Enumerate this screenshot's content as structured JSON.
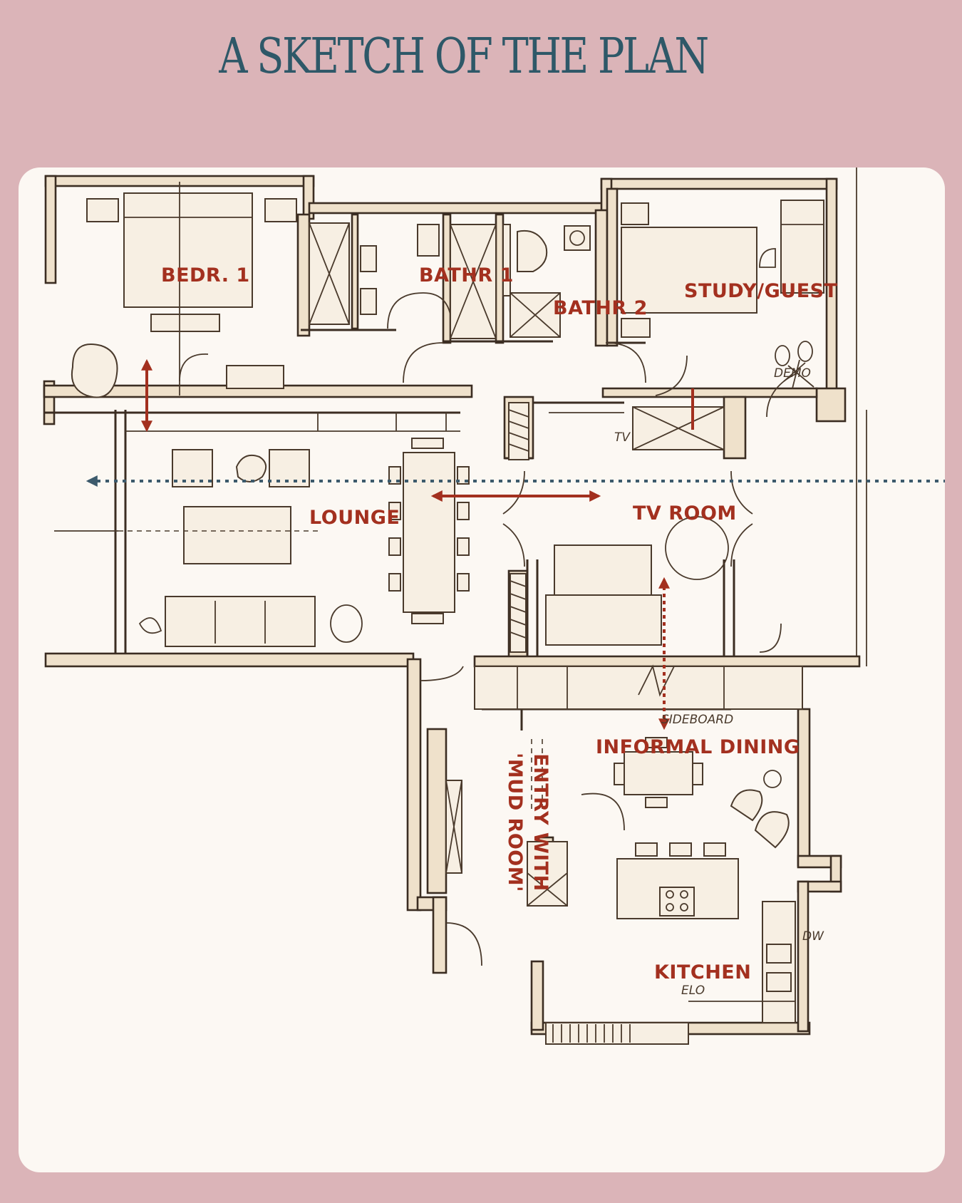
{
  "title": "A SKETCH OF THE PLAN",
  "rooms": {
    "bedr1": "BEDR. 1",
    "bathr1": "BATHR 1",
    "bathr2": "BATHR 2",
    "study": "STUDY/GUEST",
    "lounge": "LOUNGE",
    "tvroom": "TV ROOM",
    "informal_dining": "INFORMAL DINING",
    "entry_line1": "ENTRY WITH",
    "entry_line2": "'MUD ROOM'",
    "kitchen": "KITCHEN"
  },
  "notes": {
    "demo": "DEMO",
    "tv": "TV",
    "sideboard": "SIDEBOARD",
    "dw": "DW",
    "elo": "ELO"
  },
  "colors": {
    "background": "#dbb4b8",
    "title": "#2e5868",
    "room_labels": "#a3301f",
    "sight_line": "#3c5a6c"
  }
}
